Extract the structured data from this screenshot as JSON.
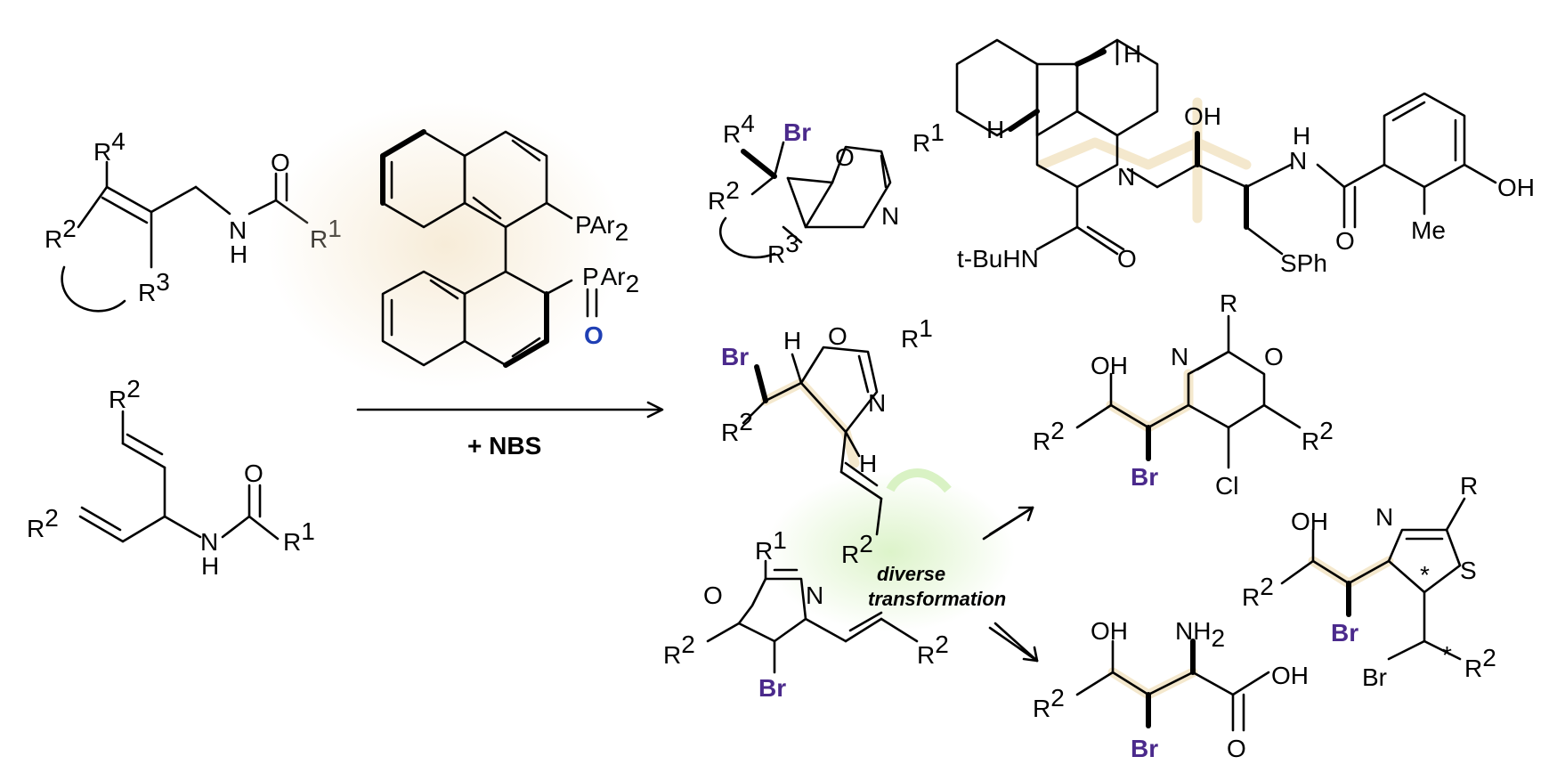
{
  "colors": {
    "bromine": "#4b2a8c",
    "phosphine_p": "#e0261f",
    "phosphine_oxide": "#1f3fb4",
    "highlight": "#f3e6c8",
    "glow_green": "#d9f2c4"
  },
  "reagent": {
    "pa_top": "PAr",
    "p_label": "P",
    "ar_label": "Ar",
    "sub2": "2",
    "o_label": "O",
    "nbs_plus": "+ ",
    "nbs": "NBS"
  },
  "labels": {
    "R1": "R",
    "sup1": "1",
    "R2": "R",
    "sup2": "2",
    "R3": "R",
    "sup3": "3",
    "R4": "R",
    "sup4": "4",
    "R": "R",
    "N": "N",
    "O": "O",
    "H": "H",
    "S": "S",
    "Br": "Br",
    "Cl": "Cl",
    "OH": "OH",
    "NH": "NH",
    "NH2_sub": "2",
    "Me": "Me",
    "SPh": "SPh",
    "tBuHN": "t-BuHN",
    "star": "*"
  },
  "annotation": {
    "line1": "diverse",
    "line2": "transformation"
  }
}
